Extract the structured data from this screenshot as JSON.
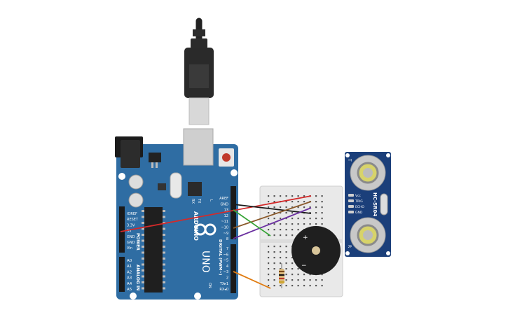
{
  "canvas": {
    "background": "#ffffff"
  },
  "arduino": {
    "board_color": "#2f6da3",
    "brand": "ARDUINO",
    "model": "UNO",
    "power_header_title": "POWER",
    "analog_header_title": "ANALOG IN",
    "digital_header_title": "DIGITAL (PWM~)",
    "on_label": "ON",
    "tx_label": "TX",
    "rx_label": "RX",
    "l_label": "L",
    "power_pins": [
      "IOREF",
      "RESET",
      "3.3V",
      "5V",
      "GND",
      "GND",
      "Vin"
    ],
    "analog_pins": [
      "A0",
      "A1",
      "A2",
      "A3",
      "A4",
      "A5"
    ],
    "digital_upper_labels": [
      "AREF",
      "GND",
      "13",
      "12",
      "~11",
      "~10",
      "~9",
      "8"
    ],
    "digital_lower_labels": [
      "7",
      "~6",
      "~5",
      "4",
      "~3",
      "2",
      "TX▸1",
      "RX◂0"
    ]
  },
  "sensor": {
    "board_color": "#1b3f7a",
    "model": "HC-SR04",
    "pins": [
      "Vcc",
      "TRIG",
      "ECHO",
      "GND"
    ],
    "side_marks": [
      "T",
      "R"
    ]
  },
  "buzzer": {
    "plus_label": "+",
    "minus_label": "−",
    "body_color": "#222222"
  },
  "wires": {
    "red": "#d42a2a",
    "black": "#1a1a1a",
    "brown": "#8b5a2b",
    "purple": "#6a2fa0",
    "green": "#3aa53a",
    "orange": "#e07b10"
  }
}
